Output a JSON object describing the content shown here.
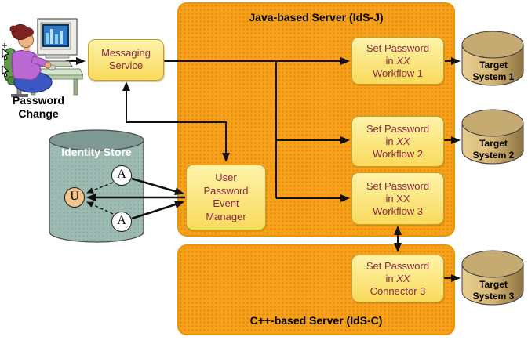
{
  "person": {
    "caption_line1": "Password",
    "caption_line2": "Change"
  },
  "servers": {
    "java": {
      "title": "Java-based Server (IdS-J)"
    },
    "cpp": {
      "title": "C++-based Server (IdS-C)"
    }
  },
  "boxes": {
    "messaging": {
      "line1": "Messaging",
      "line2": "Service"
    },
    "event_manager": {
      "line1": "User",
      "line2": "Password",
      "line3": "Event",
      "line4": "Manager"
    },
    "workflow1": {
      "line1": "Set Password",
      "line2_pre": "in ",
      "line2_xx": "XX",
      "line3": "Workflow 1",
      "xx_italic": true
    },
    "workflow2": {
      "line1": "Set Password",
      "line2_pre": "in ",
      "line2_xx": "XX",
      "line3": "Workflow 2",
      "xx_italic": true
    },
    "workflow3": {
      "line1": "Set Password",
      "line2_pre": "in ",
      "line2_xx": "XX",
      "line3": "Workflow 3",
      "xx_italic": false
    },
    "connector3": {
      "line1": "Set Password",
      "line2_pre": "in ",
      "line2_xx": "XX",
      "line3": "Connector 3",
      "xx_italic": true
    }
  },
  "identity_store": {
    "title": "Identity Store",
    "nodes": [
      "A",
      "U",
      "A"
    ]
  },
  "targets": [
    {
      "line1": "Target",
      "line2": "System 1"
    },
    {
      "line1": "Target",
      "line2": "System 2"
    },
    {
      "line1": "Target",
      "line2": "System 3"
    }
  ],
  "colors": {
    "server_fill": "#F7A11C",
    "server_dot": "#DC8707",
    "server_border": "#EE9306",
    "box_fill_top": "#FEF3A9",
    "box_fill_bottom": "#F8DA5C",
    "box_border": "#C9A027",
    "box_text": "#8B2741",
    "identity_body": "#9CBAB2",
    "identity_top": "#7E9894",
    "target_light": "#E7CD90",
    "target_dark": "#8D7340",
    "target_top": "#C5AB71",
    "u_node_fill": "#F5C58E",
    "arrow": "#111111"
  }
}
